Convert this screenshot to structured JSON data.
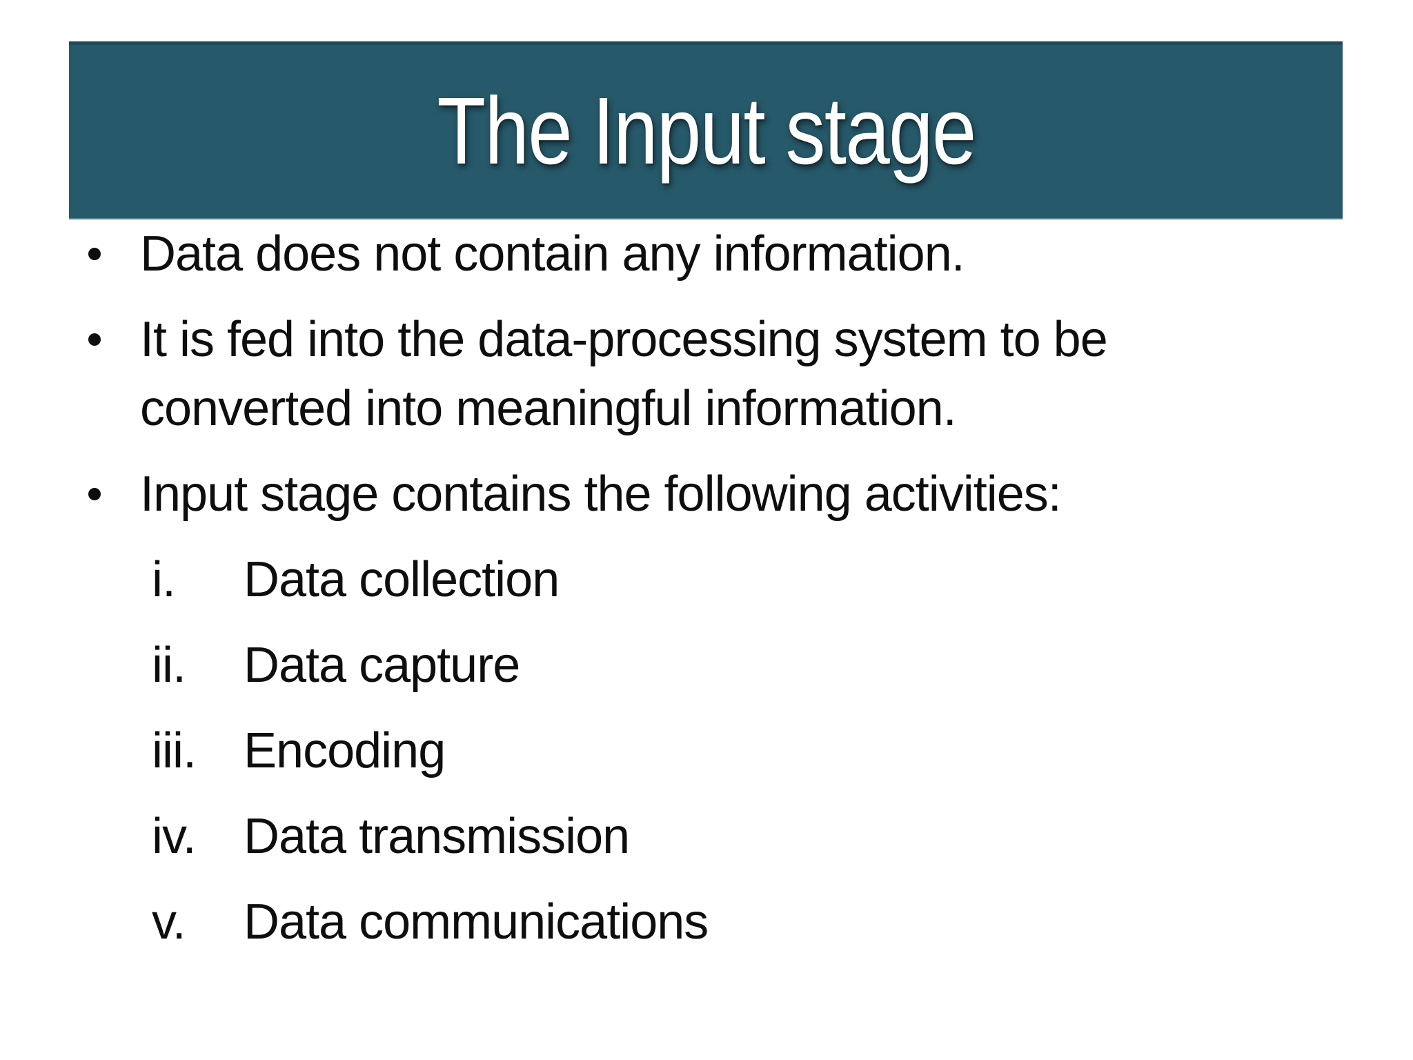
{
  "slide": {
    "title": "The Input stage",
    "bullets": [
      {
        "marker": "bullet-dot",
        "lines": [
          "Data does not contain any information."
        ]
      },
      {
        "marker": "bullet-dot",
        "lines": [
          "It is fed into the data-processing system to be",
          "converted into meaningful information."
        ]
      },
      {
        "marker": "bullet-dot",
        "lines": [
          "Input stage contains the following activities:"
        ]
      }
    ],
    "numbered_items": [
      {
        "num": "i.",
        "label": "Data collection"
      },
      {
        "num": "ii.",
        "label": "Data capture"
      },
      {
        "num": "iii.",
        "label": "Encoding"
      },
      {
        "num": "iv.",
        "label": "Data transmission"
      },
      {
        "num": "v.",
        "label": "Data communications"
      }
    ],
    "colors": {
      "page_bg": "#ffffff",
      "banner_bg": "#26596a",
      "banner_edge": "#1d4b59",
      "title_text": "#ffffff",
      "body_text": "#0e0e0e"
    }
  }
}
